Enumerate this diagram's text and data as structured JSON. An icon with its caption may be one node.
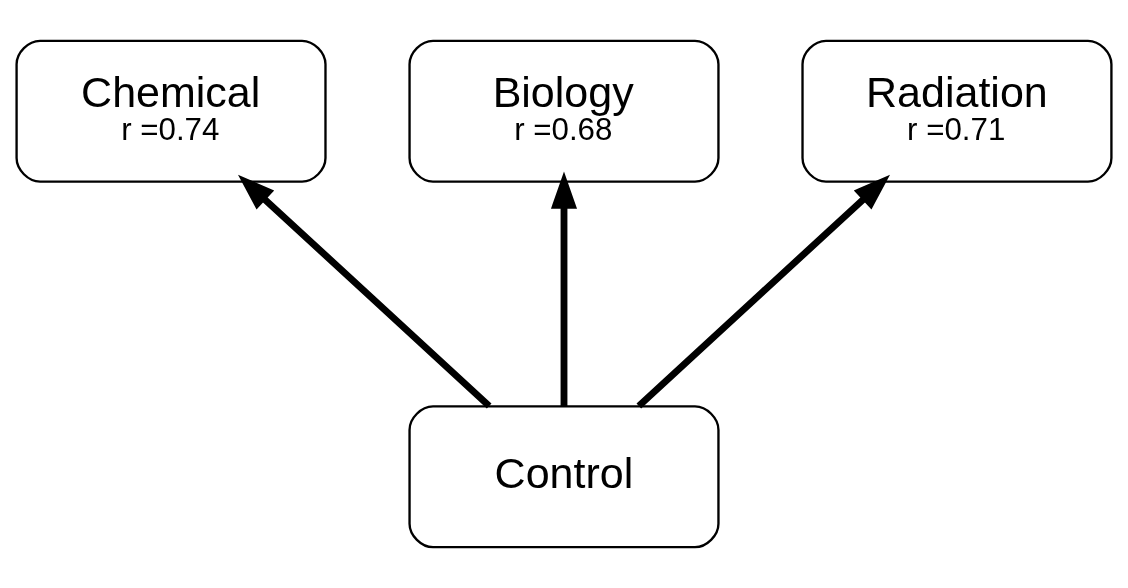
{
  "diagram": {
    "nodes": [
      {
        "text": [
          "Chemical",
          "r =0.74"
        ]
      },
      {
        "text": [
          "Biology",
          "r =0.68"
        ]
      },
      {
        "text": [
          "Radiation",
          "r =0.71"
        ]
      },
      {
        "text": [
          "Control"
        ]
      }
    ],
    "edges": [
      {
        "from": 3,
        "to": 0,
        "arrow": "to"
      },
      {
        "from": 3,
        "to": 1,
        "arrow": "to"
      },
      {
        "from": 3,
        "to": 2,
        "arrow": "to"
      }
    ]
  }
}
